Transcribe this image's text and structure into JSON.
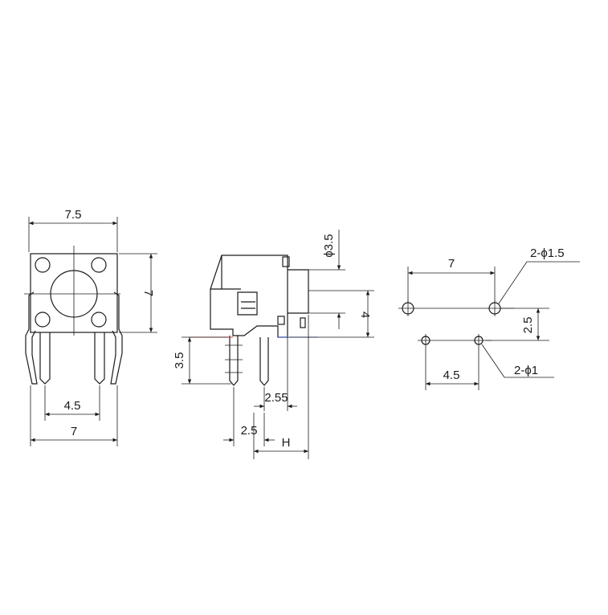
{
  "front_view": {
    "width_top": "7.5",
    "height": "7",
    "pin_spacing": "4.5",
    "width_bottom": "7"
  },
  "side_view": {
    "button_diameter": "ϕ3.5",
    "button_height": "4",
    "pin_length": "3.5",
    "pin_offset": "2.55",
    "pin_pitch": "2.5",
    "height_var": "H"
  },
  "footprint": {
    "large_hole_spacing": "7",
    "large_hole_label": "2-ϕ1.5",
    "row_spacing": "2.5",
    "small_hole_spacing": "4.5",
    "small_hole_label": "2-ϕ1"
  }
}
